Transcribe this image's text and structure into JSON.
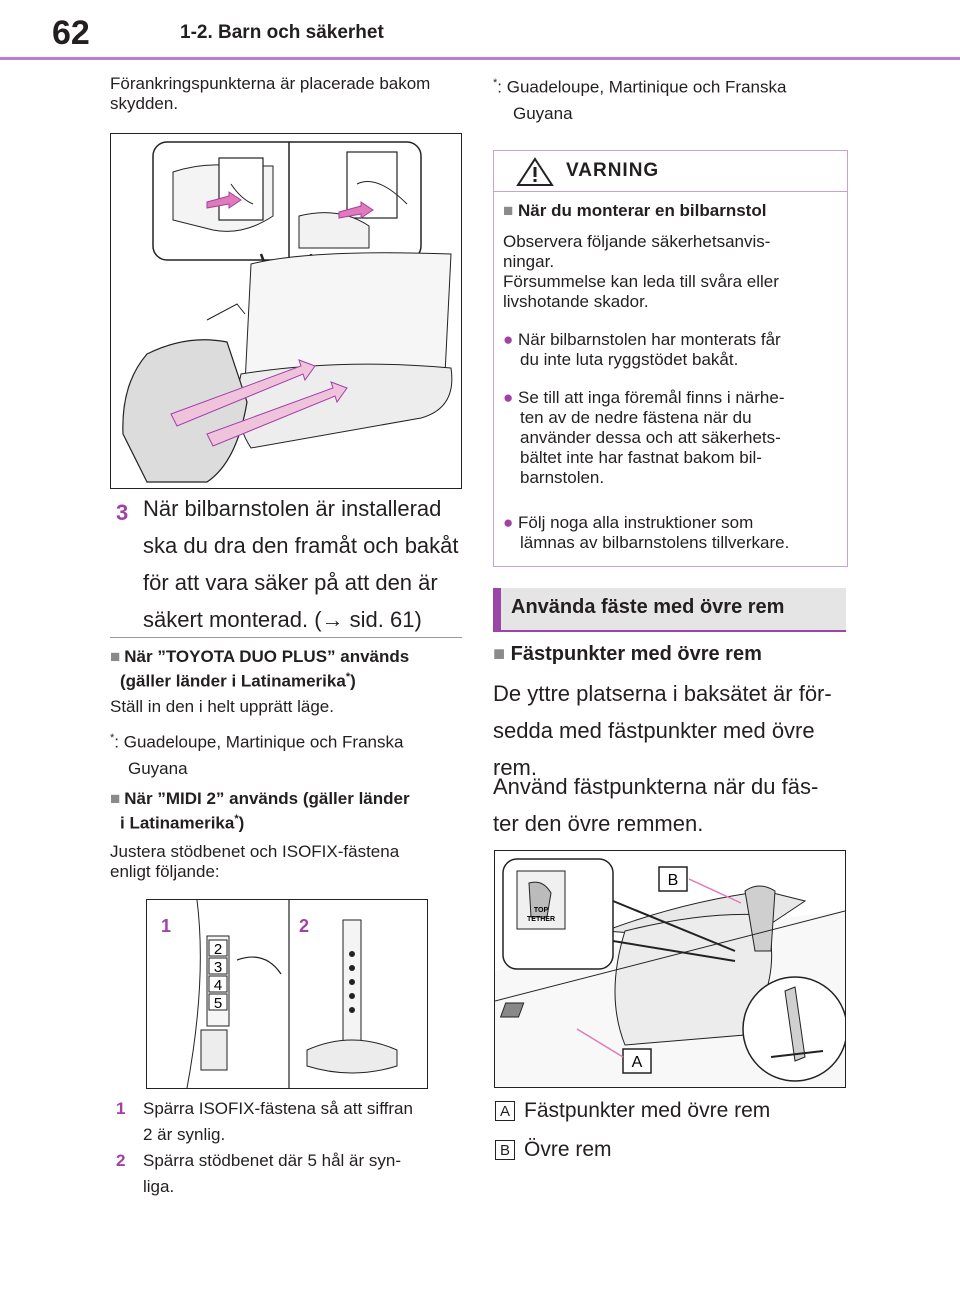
{
  "header": {
    "page_number": "62",
    "chapter": "1-2. Barn och säkerhet"
  },
  "left": {
    "intro": "Förankringspunkterna är placerade bakom skydden.",
    "step3": {
      "num": "3",
      "text_lines": [
        "När bilbarnstolen är installerad",
        "ska du dra den framåt och bakåt",
        "för att vara säker på att den är",
        "säkert monterad. (→ sid. 61)"
      ]
    },
    "duo": {
      "bullet": "■",
      "heading_1": "När ”TOYOTA DUO PLUS” används",
      "heading_2": "(gäller länder i Latinamerika",
      "star": "*",
      "close": ")",
      "text": "Ställ in den i helt upprätt läge.",
      "footnote_mark": "*",
      "footnote_1": ": Guadeloupe, Martinique och Franska",
      "footnote_2": "Guyana"
    },
    "midi": {
      "bullet": "■",
      "heading_1": "När ”MIDI 2” används (gäller länder",
      "heading_2": "i Latinamerika",
      "star": "*",
      "close": ")",
      "text_1": "Justera stödbenet och ISOFIX-fästena",
      "text_2": "enligt följande:"
    },
    "fig2_labels": [
      "1",
      "2"
    ],
    "fig2_digits": [
      "2",
      "3",
      "4",
      "5"
    ],
    "steps": [
      {
        "num": "1",
        "line1": "Spärra ISOFIX-fästena så att siffran",
        "line2": "2 är synlig."
      },
      {
        "num": "2",
        "line1": "Spärra stödbenet där 5 hål är syn-",
        "line2": "liga."
      }
    ]
  },
  "right": {
    "footnote_mark": "*",
    "footnote_1": ": Guadeloupe, Martinique och Franska",
    "footnote_2": "Guyana",
    "warning": {
      "title": "VARNING",
      "icon": "warning-triangle-icon",
      "heading": "När du monterar en bilbarnstol",
      "intro_lines": [
        "Observera följande säkerhetsanvis-",
        "ningar.",
        "Försummelse kan leda till svåra eller",
        "livshotande skador."
      ],
      "bullets": [
        [
          "När bilbarnstolen har monterats får",
          "du inte luta ryggstödet bakåt."
        ],
        [
          "Se till att inga föremål finns i närhe-",
          "ten av de nedre fästena när du",
          "använder dessa och att säkerhets-",
          "bältet inte har fastnat bakom bil-",
          "barnstolen."
        ],
        [
          "Följ noga alla instruktioner som",
          "lämnas av bilbarnstolens tillverkare."
        ]
      ]
    },
    "section_title": "Använda fäste med övre rem",
    "sub_heading": "Fästpunkter med övre rem",
    "para1": [
      "De yttre platserna i baksätet är för-",
      "sedda med fästpunkter med övre",
      "rem."
    ],
    "para2": [
      "Använd fästpunkterna när du fäs-",
      "ter den övre remmen."
    ],
    "fig3": {
      "tag_text_1": "TOP",
      "tag_text_2": "TETHER",
      "label_a": "A",
      "label_b": "B"
    },
    "legend": [
      {
        "key": "A",
        "text": "Fästpunkter med övre rem"
      },
      {
        "key": "B",
        "text": "Övre rem"
      }
    ]
  },
  "colors": {
    "accent": "#a33fa8",
    "header_rule": "#c07bd0",
    "arrow": "#e07ab8"
  }
}
